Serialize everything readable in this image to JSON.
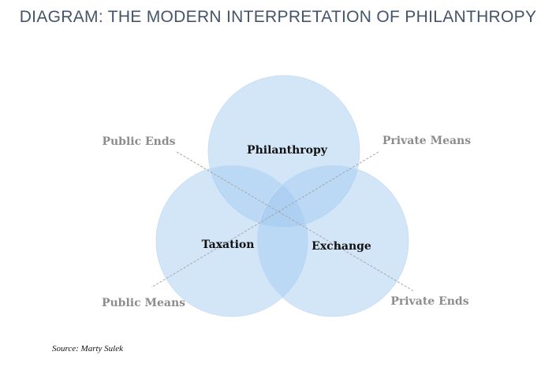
{
  "title": "DIAGRAM: THE MODERN INTERPRETATION OF PHILANTHROPY",
  "circles": {
    "philanthropy": "Philanthropy",
    "taxation": "Taxation",
    "exchange": "Exchange"
  },
  "axes": {
    "public_ends": "Public Ends",
    "private_means": "Private Means",
    "public_means": "Public Means",
    "private_ends": "Private Ends"
  },
  "colors": {
    "circle_fill": "#9ec8f0",
    "circle_stroke": "#c9dff4",
    "title": "#44546a",
    "axis_text": "#8c8c8c",
    "dashed_line": "#a6a6a6"
  },
  "source": "Source: Marty Sulek"
}
